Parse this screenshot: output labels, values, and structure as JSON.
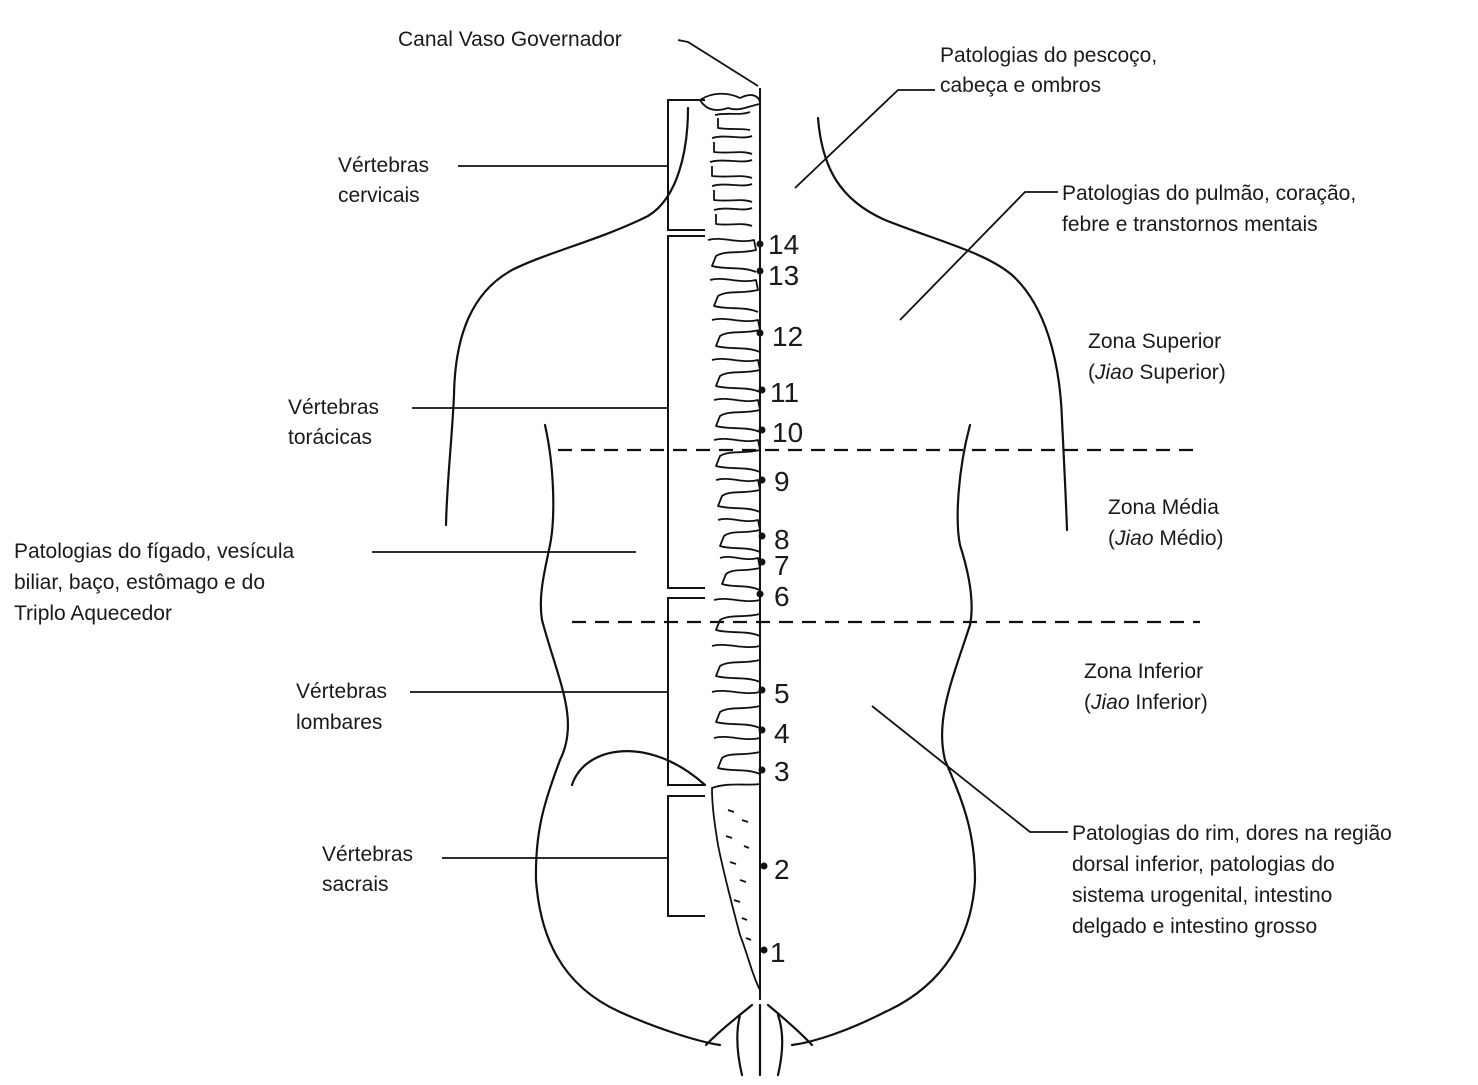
{
  "labels": {
    "canal": "Canal Vaso Governador",
    "cervicais": [
      "Vértebras",
      "cervicais"
    ],
    "toracicas": [
      "Vértebras",
      "torácicas"
    ],
    "lombares": [
      "Vértebras",
      "lombares"
    ],
    "sacrais": [
      "Vértebras",
      "sacrais"
    ],
    "figado": [
      "Patologias do fígado, vesícula",
      "biliar, baço, estômago e do",
      "Triplo Aquecedor"
    ],
    "pescoco": [
      "Patologias do pescoço,",
      "cabeça e ombros"
    ],
    "pulmao": [
      "Patologias do pulmão, coração,",
      "febre e transtornos mentais"
    ],
    "rim": [
      "Patologias do rim, dores na região",
      "dorsal inferior, patologias do",
      "sistema urogenital, intestino",
      "delgado e intestino grosso"
    ]
  },
  "zones": {
    "superior": {
      "name": "Zona Superior",
      "jiao_prefix": "(",
      "jiao_italic": "Jiao",
      "jiao_suffix": " Superior)"
    },
    "media": {
      "name": "Zona Média",
      "jiao_prefix": "(",
      "jiao_italic": "Jiao",
      "jiao_suffix": " Médio)"
    },
    "inferior": {
      "name": "Zona Inferior",
      "jiao_prefix": "(",
      "jiao_italic": "Jiao",
      "jiao_suffix": " Inferior)"
    }
  },
  "points": [
    "14",
    "13",
    "12",
    "11",
    "10",
    "9",
    "8",
    "7",
    "6",
    "5",
    "4",
    "3",
    "2",
    "1"
  ]
}
